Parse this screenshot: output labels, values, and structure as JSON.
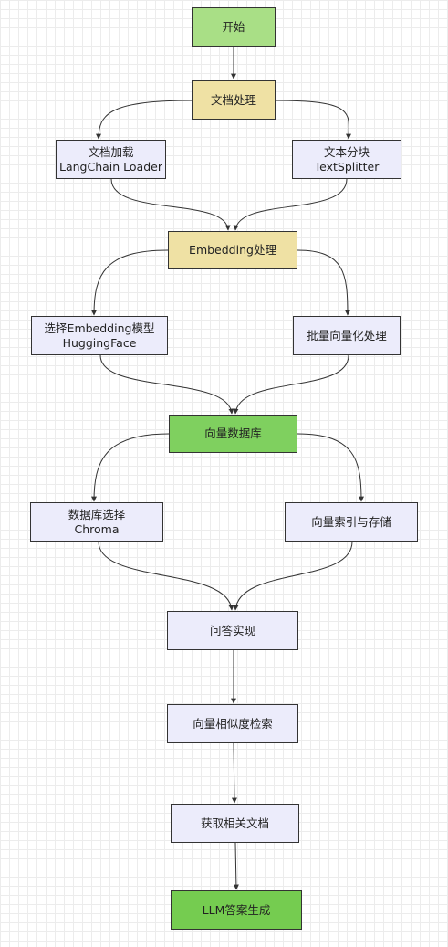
{
  "nodes": {
    "start": {
      "label": "开始"
    },
    "doc_processing": {
      "label": "文档处理"
    },
    "doc_loader": {
      "line1": "文档加载",
      "line2": "LangChain Loader"
    },
    "text_split": {
      "line1": "文本分块",
      "line2": "TextSplitter"
    },
    "embedding_processing": {
      "label": "Embedding处理"
    },
    "choose_model": {
      "line1": "选择Embedding模型",
      "line2": "HuggingFace"
    },
    "batch_vectorize": {
      "label": "批量向量化处理"
    },
    "vector_db": {
      "label": "向量数据库"
    },
    "db_select": {
      "line1": "数据库选择",
      "line2": "Chroma"
    },
    "index_store": {
      "label": "向量索引与存储"
    },
    "qa_impl": {
      "label": "问答实现"
    },
    "similarity_search": {
      "label": "向量相似度检索"
    },
    "get_docs": {
      "label": "获取相关文档"
    },
    "llm_generate": {
      "label": "LLM答案生成"
    }
  },
  "colors": {
    "start": "#a9df86",
    "stage": "#efe1a4",
    "process": "#ececfb",
    "database": "#7fd05f",
    "output": "#75cc50",
    "edge": "#333333"
  }
}
